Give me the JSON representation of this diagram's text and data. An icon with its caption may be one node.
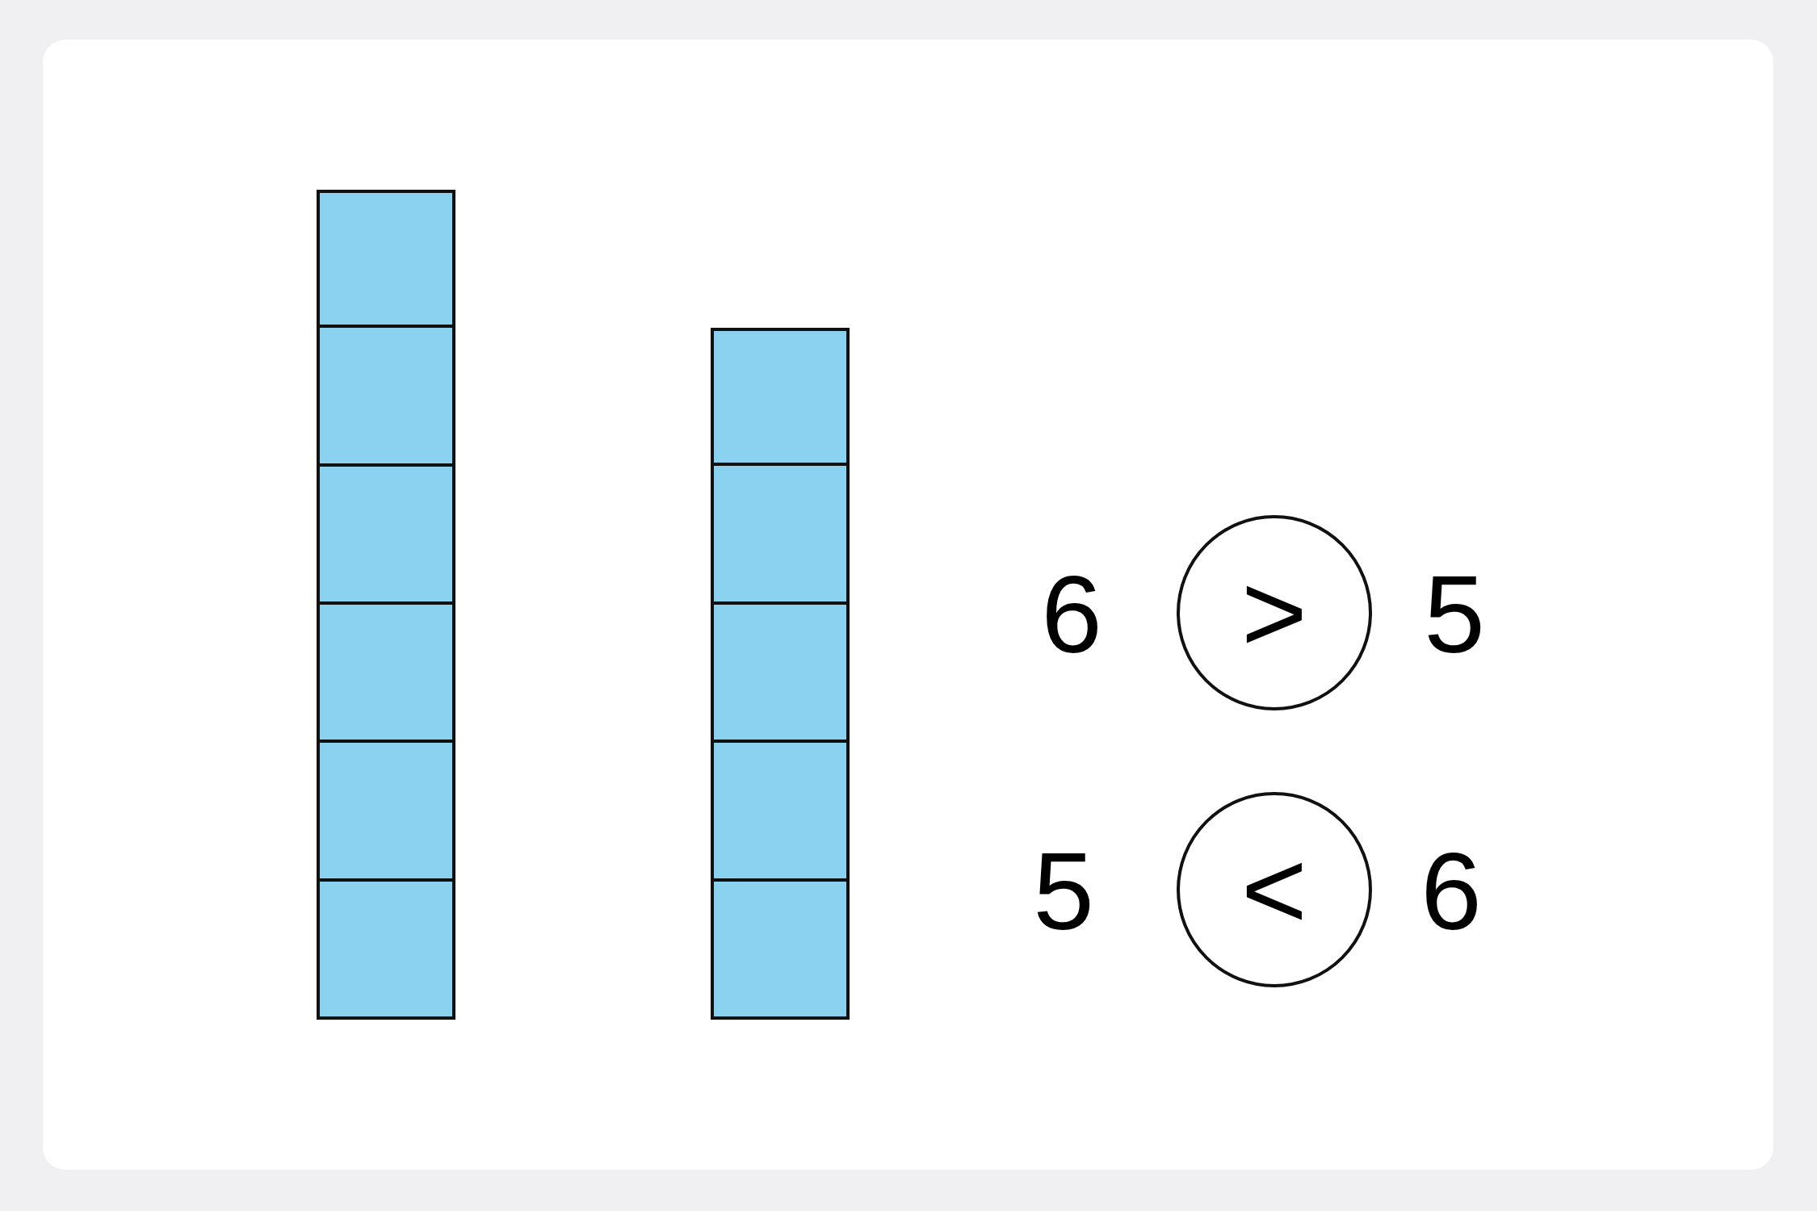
{
  "diagram": {
    "nodes": [
      {
        "text": [],
        "shape": "box"
      },
      {
        "text": [],
        "shape": "box"
      },
      {
        "text": [],
        "shape": "box"
      },
      {
        "text": [],
        "shape": "box"
      },
      {
        "text": [],
        "shape": "box"
      },
      {
        "text": [],
        "shape": "box"
      },
      {
        "text": [],
        "shape": "box"
      },
      {
        "text": [],
        "shape": "box"
      },
      {
        "text": [],
        "shape": "box"
      },
      {
        "text": [],
        "shape": "box"
      },
      {
        "text": [],
        "shape": "box"
      },
      {
        "text": [
          ">"
        ]
      },
      {
        "text": [
          "<"
        ]
      }
    ],
    "labels": [
      "6",
      "5",
      "5",
      "6"
    ]
  }
}
